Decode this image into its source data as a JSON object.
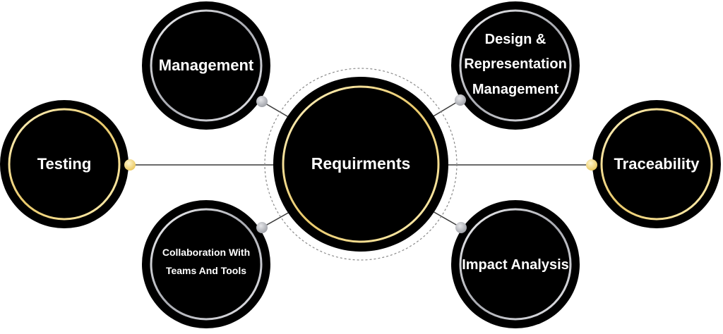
{
  "diagram": {
    "center": {
      "label": "Requirments"
    },
    "nodes": {
      "management": {
        "label": "Management"
      },
      "design": {
        "lines": [
          "Design &",
          "Representation",
          "Management"
        ]
      },
      "testing": {
        "label": "Testing"
      },
      "traceability": {
        "label": "Traceability"
      },
      "collaboration": {
        "lines": [
          "Collaboration With",
          "Teams And Tools"
        ]
      },
      "impact": {
        "label": "Impact Analysis"
      }
    }
  },
  "colors": {
    "circle_fill": "#000000",
    "gold_ring": "#f4dc8a",
    "silver_ring": "#d0d0d4",
    "gold_dot": "#f7d774",
    "gray_dot": "#b8bac0",
    "connector": "#3a3a3a"
  }
}
